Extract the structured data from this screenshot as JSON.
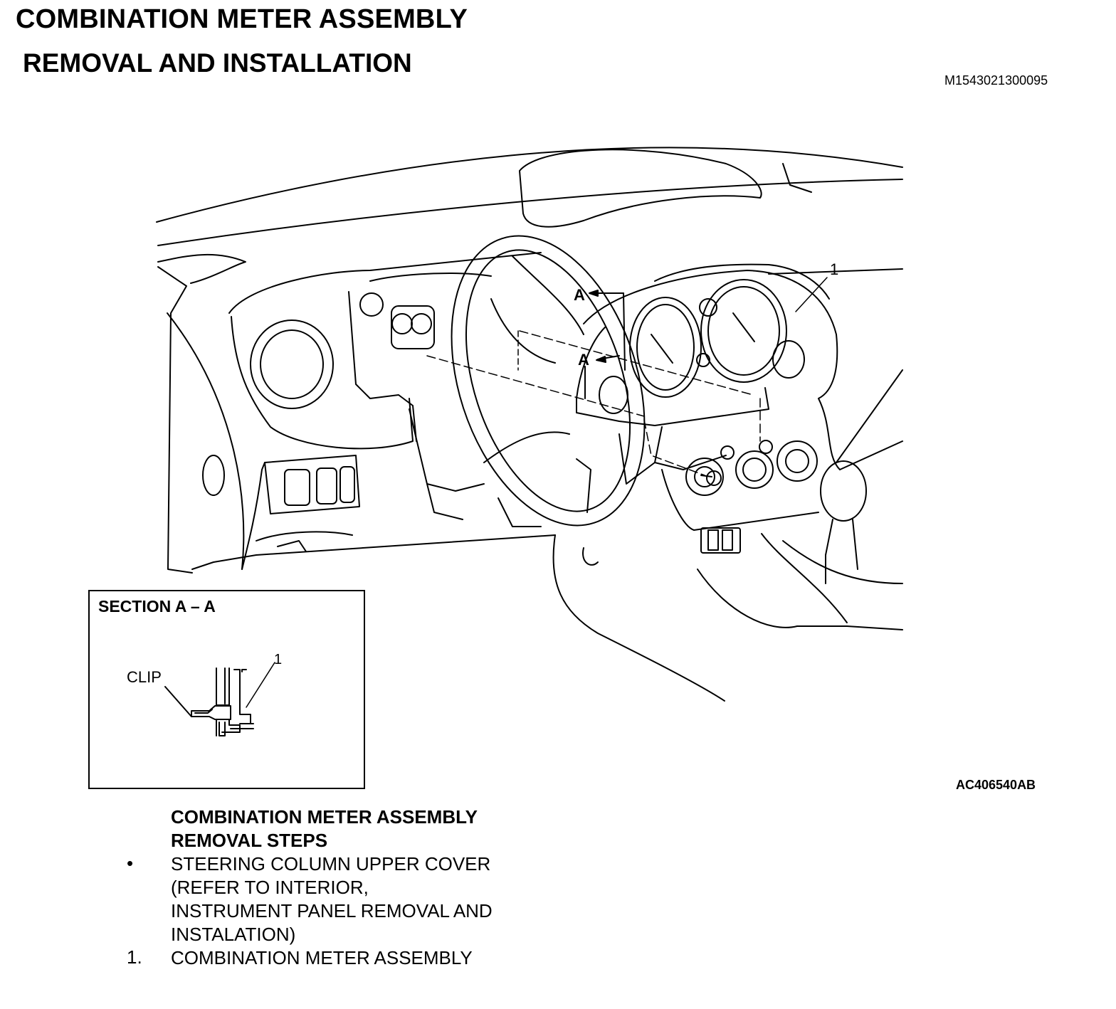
{
  "header": {
    "title": "COMBINATION METER ASSEMBLY",
    "subtitle": "REMOVAL AND INSTALLATION",
    "doc_id": "M1543021300095"
  },
  "figure": {
    "callout_1": "1",
    "section_marker_a_upper": "A",
    "section_marker_a_lower": "A",
    "figure_id": "AC406540AB",
    "section": {
      "title": "SECTION A – A",
      "clip_label": "CLIP",
      "part_number": "1"
    }
  },
  "steps": {
    "heading_line1": "COMBINATION METER ASSEMBLY",
    "heading_line2": "REMOVAL STEPS",
    "items": [
      {
        "marker": "•",
        "lines": [
          "STEERING COLUMN UPPER COVER",
          "(REFER TO INTERIOR,",
          "INSTRUMENT PANEL REMOVAL AND",
          "INSTALATION)"
        ]
      },
      {
        "marker": "1.",
        "lines": [
          "COMBINATION METER ASSEMBLY"
        ]
      }
    ]
  }
}
